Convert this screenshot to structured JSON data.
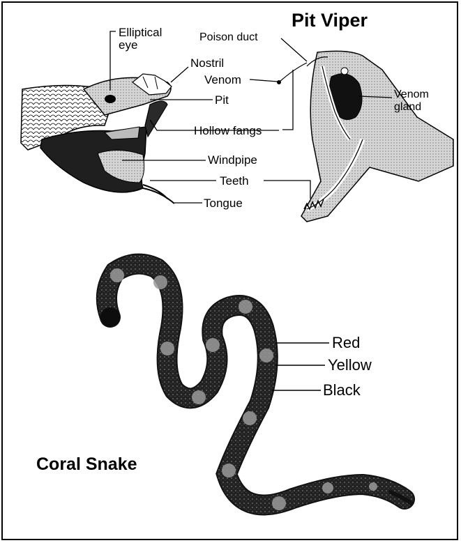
{
  "pit_viper": {
    "title": "Pit Viper",
    "labels": {
      "elliptical_eye_1": "Elliptical",
      "elliptical_eye_2": "eye",
      "nostril": "Nostril",
      "pit": "Pit",
      "hollow_fangs": "Hollow fangs",
      "windpipe": "Windpipe",
      "teeth": "Teeth",
      "tongue": "Tongue",
      "poison_duct": "Poison duct",
      "venom": "Venom",
      "venom_gland_1": "Venom",
      "venom_gland_2": "gland"
    }
  },
  "coral_snake": {
    "title": "Coral Snake",
    "bands": {
      "red": "Red",
      "yellow": "Yellow",
      "black": "Black"
    }
  },
  "colors": {
    "ink": "#000000",
    "background": "#ffffff",
    "shade": "#c8c8c8",
    "dark": "#1a1a1a"
  }
}
